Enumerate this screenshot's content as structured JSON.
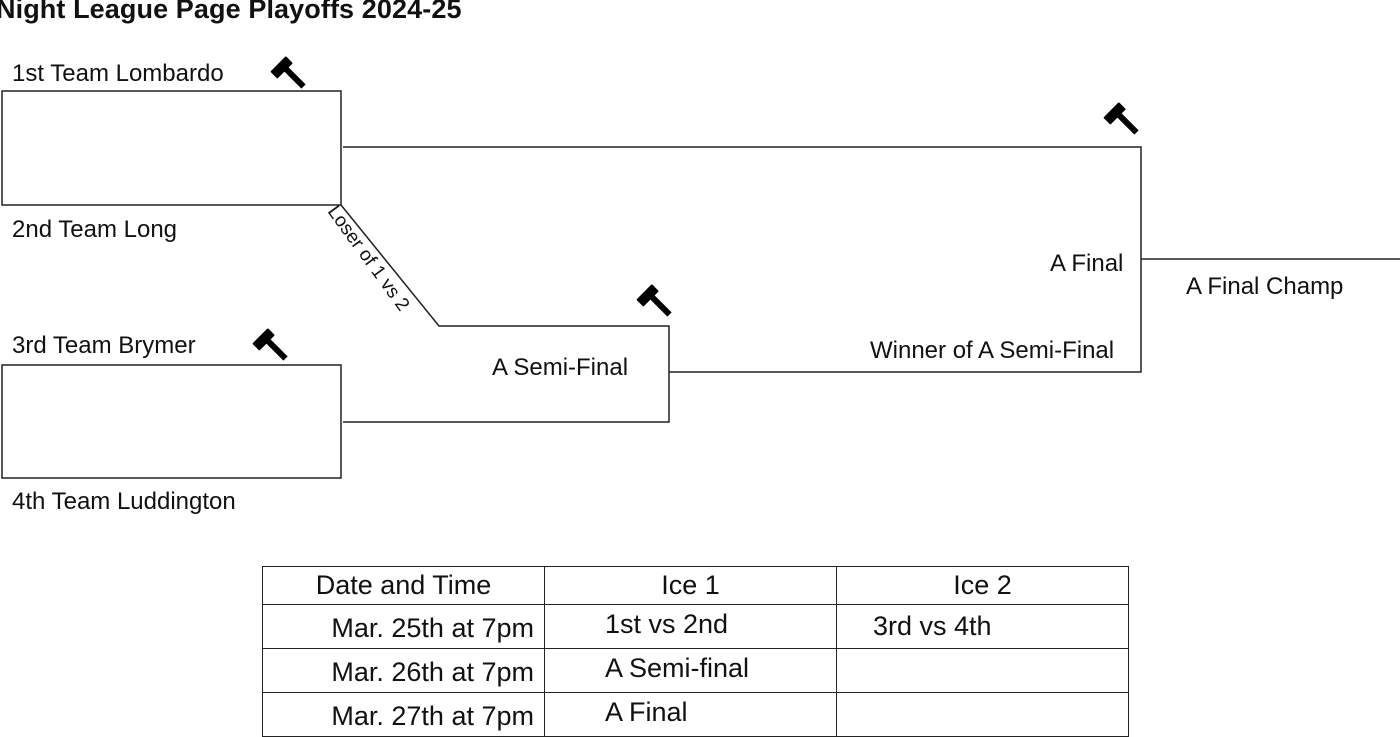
{
  "title": "Night League Page Playoffs 2024-25",
  "teams": {
    "seed1": "1st Team Lombardo",
    "seed2": "2nd Team Long",
    "seed3": "3rd Team Brymer",
    "seed4": "4th Team Luddington"
  },
  "bracket": {
    "loser_path": "Loser of 1 vs 2",
    "semi_final": "A Semi-Final",
    "winner_semi": "Winner of A Semi-Final",
    "final": "A Final",
    "champ": "A Final Champ"
  },
  "icons": [
    "hammer-icon",
    "hammer-icon",
    "hammer-icon",
    "hammer-icon"
  ],
  "schedule": {
    "headers": [
      "Date and Time",
      "Ice 1",
      "Ice 2"
    ],
    "rows": [
      [
        "Mar. 25th at 7pm",
        "1st vs 2nd",
        "3rd vs 4th"
      ],
      [
        "Mar. 26th at 7pm",
        "A Semi-final",
        ""
      ],
      [
        "Mar. 27th at 7pm",
        "A Final",
        ""
      ]
    ]
  }
}
